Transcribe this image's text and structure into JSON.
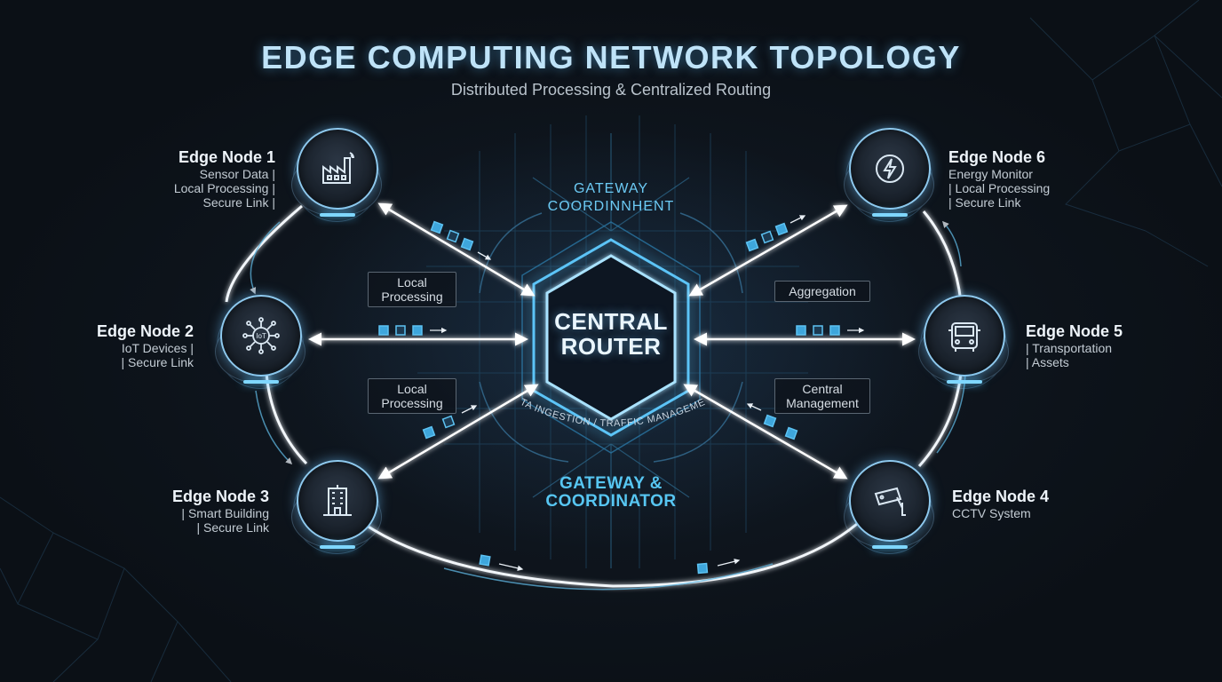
{
  "title": "EDGE COMPUTING NETWORK TOPOLOGY",
  "subtitle": "Distributed Processing & Centralized Routing",
  "central": {
    "line1": "CENTRAL",
    "line2": "ROUTER",
    "arc_text": "DATA INGESTION / TRAFFIC MANAGEMENT",
    "gateway_top_line1": "GATEWAY",
    "gateway_top_line2": "COORDINNHENT",
    "gateway_bottom_line1": "GATEWAY &",
    "gateway_bottom_line2": "COORDINATOR"
  },
  "nodes": [
    {
      "title": "Edge Node 1",
      "lines": [
        "Sensor Data |",
        "Local Processing |",
        "Secure Link |"
      ],
      "icon": "factory-icon"
    },
    {
      "title": "Edge Node 2",
      "lines": [
        "IoT Devices |",
        "| Secure Link"
      ],
      "icon": "iot-hub-icon",
      "icon_text": "IoT"
    },
    {
      "title": "Edge Node 3",
      "lines": [
        "| Smart Building",
        "| Secure Link"
      ],
      "icon": "building-icon"
    },
    {
      "title": "Edge Node 4",
      "lines": [
        "CCTV System"
      ],
      "icon": "cctv-camera-icon"
    },
    {
      "title": "Edge Node 5",
      "lines": [
        "| Transportation",
        "| Assets"
      ],
      "icon": "vehicle-icon"
    },
    {
      "title": "Edge Node 6",
      "lines": [
        "Energy Monitor",
        "| Local Processing",
        "| Secure Link"
      ],
      "icon": "energy-bolt-icon"
    }
  ],
  "boxes": {
    "local_processing_top": [
      "Local",
      "Processing"
    ],
    "local_processing_bottom": [
      "Local",
      "Processing"
    ],
    "aggregation": [
      "Aggregation"
    ],
    "central_management": [
      "Central",
      "Management"
    ]
  },
  "colors": {
    "accent": "#57c6f2",
    "node_border": "#8ec9ee",
    "background": "#0b1016",
    "packet": "#4fb6e8"
  }
}
